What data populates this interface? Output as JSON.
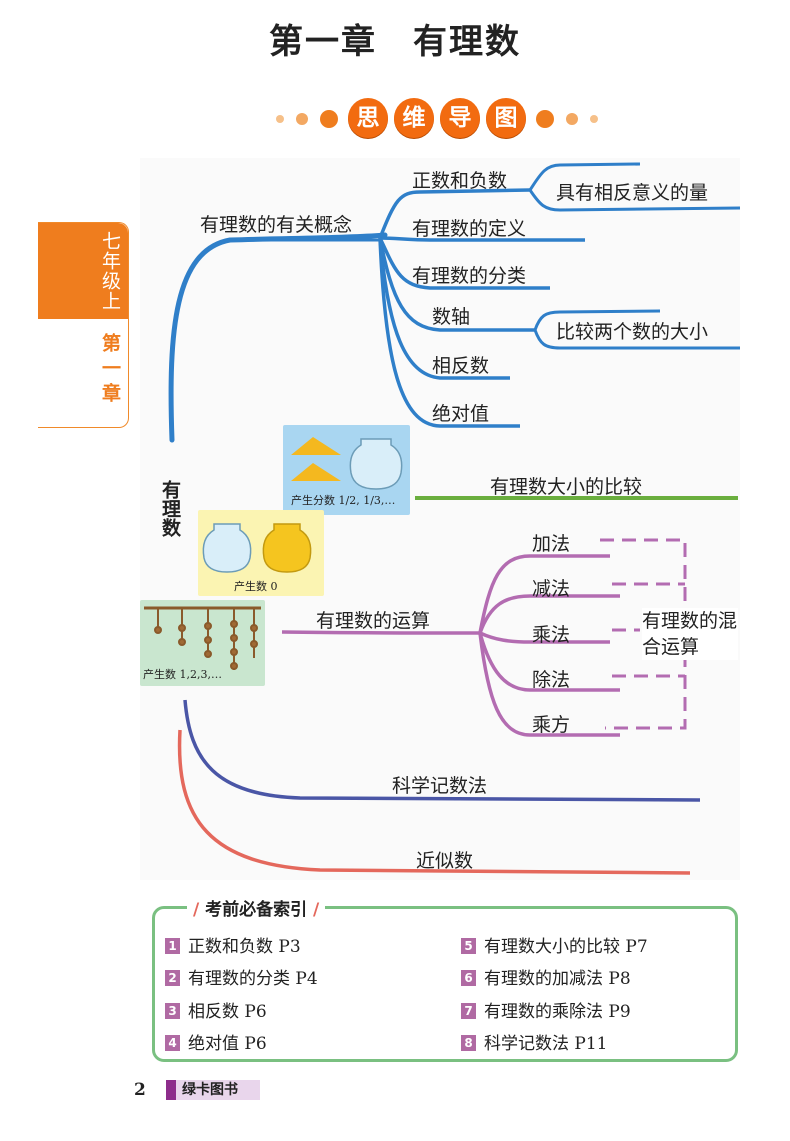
{
  "page": {
    "chapter_title": "第一章　有理数",
    "mindmap_chars": [
      "思",
      "维",
      "导",
      "图"
    ]
  },
  "sidetab": {
    "grade": "七年级上",
    "chapter": "第一章"
  },
  "mindmap": {
    "root": "有理数",
    "concepts_branch": "有理数的有关概念",
    "concepts": [
      "正数和负数",
      "有理数的定义",
      "有理数的分类",
      "数轴",
      "相反数",
      "绝对值"
    ],
    "concept_notes": {
      "pos_neg": "具有相反意义的量",
      "axis": "比较两个数的大小"
    },
    "compare_branch": "有理数大小的比较",
    "ops_branch": "有理数的运算",
    "ops": [
      "加法",
      "减法",
      "乘法",
      "除法",
      "乘方"
    ],
    "mixed_ops": "有理数的混合运算",
    "sci_notation": "科学记数法",
    "approx": "近似数",
    "images": {
      "fraction_caption": "产生分数",
      "fraction_suffix": ",…",
      "fraction_frac1": "1/2",
      "fraction_frac2": "1/3",
      "zero_caption": "产生数 0",
      "natural_caption": "产生数 1,2,3,…"
    }
  },
  "colors": {
    "blue": "#2f7fc9",
    "green": "#6aae3e",
    "purple": "#b36cb1",
    "navy": "#4a56a6",
    "red": "#e4685c",
    "orange": "#ef7d1e"
  },
  "index": {
    "title": "考前必备索引",
    "items": [
      {
        "no": "1",
        "text": "正数和负数 P3"
      },
      {
        "no": "2",
        "text": "有理数的分类 P4"
      },
      {
        "no": "3",
        "text": "相反数 P6"
      },
      {
        "no": "4",
        "text": "绝对值 P6"
      },
      {
        "no": "5",
        "text": "有理数大小的比较 P7"
      },
      {
        "no": "6",
        "text": "有理数的加减法 P8"
      },
      {
        "no": "7",
        "text": "有理数的乘除法 P9"
      },
      {
        "no": "8",
        "text": "科学记数法 P11"
      }
    ]
  },
  "footer": {
    "page_number": "2",
    "brand": "绿卡图书"
  }
}
